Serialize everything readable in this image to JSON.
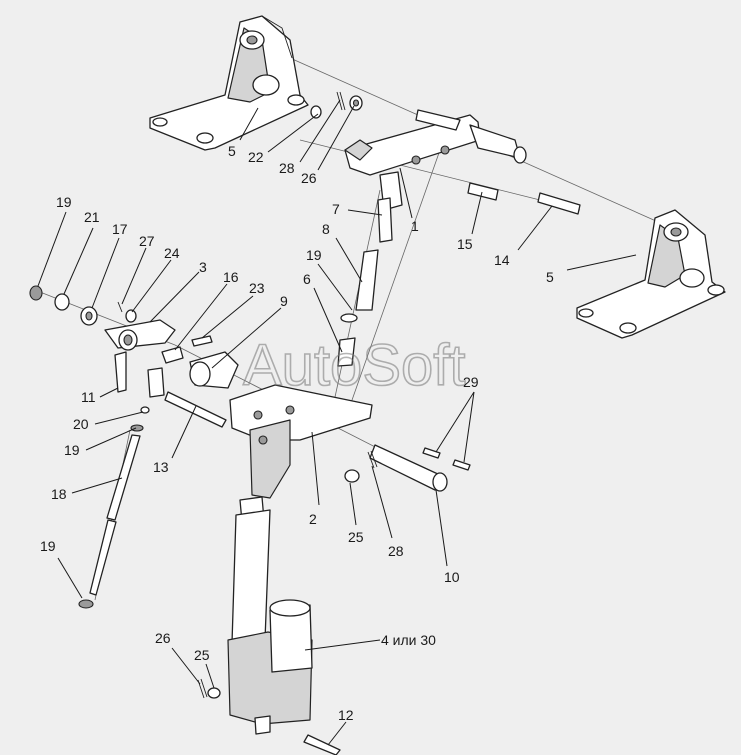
{
  "watermark": "AutoSoft",
  "callouts": [
    {
      "id": "c5a",
      "text": "5"
    },
    {
      "id": "c22",
      "text": "22"
    },
    {
      "id": "c28a",
      "text": "28"
    },
    {
      "id": "c26a",
      "text": "26"
    },
    {
      "id": "c1",
      "text": "1"
    },
    {
      "id": "c7",
      "text": "7"
    },
    {
      "id": "c8",
      "text": "8"
    },
    {
      "id": "c15",
      "text": "15"
    },
    {
      "id": "c14",
      "text": "14"
    },
    {
      "id": "c5b",
      "text": "5"
    },
    {
      "id": "c19a",
      "text": "19"
    },
    {
      "id": "c21",
      "text": "21"
    },
    {
      "id": "c17",
      "text": "17"
    },
    {
      "id": "c27",
      "text": "27"
    },
    {
      "id": "c24",
      "text": "24"
    },
    {
      "id": "c3",
      "text": "3"
    },
    {
      "id": "c16",
      "text": "16"
    },
    {
      "id": "c23",
      "text": "23"
    },
    {
      "id": "c9",
      "text": "9"
    },
    {
      "id": "c19b",
      "text": "19"
    },
    {
      "id": "c6",
      "text": "6"
    },
    {
      "id": "c29",
      "text": "29"
    },
    {
      "id": "c11",
      "text": "11"
    },
    {
      "id": "c20",
      "text": "20"
    },
    {
      "id": "c19c",
      "text": "19"
    },
    {
      "id": "c13",
      "text": "13"
    },
    {
      "id": "c2",
      "text": "2"
    },
    {
      "id": "c25a",
      "text": "25"
    },
    {
      "id": "c28b",
      "text": "28"
    },
    {
      "id": "c10",
      "text": "10"
    },
    {
      "id": "c18",
      "text": "18"
    },
    {
      "id": "c19d",
      "text": "19"
    },
    {
      "id": "c4",
      "text": "4 или 30"
    },
    {
      "id": "c26b",
      "text": "26"
    },
    {
      "id": "c25b",
      "text": "25"
    },
    {
      "id": "c12",
      "text": "12"
    }
  ]
}
